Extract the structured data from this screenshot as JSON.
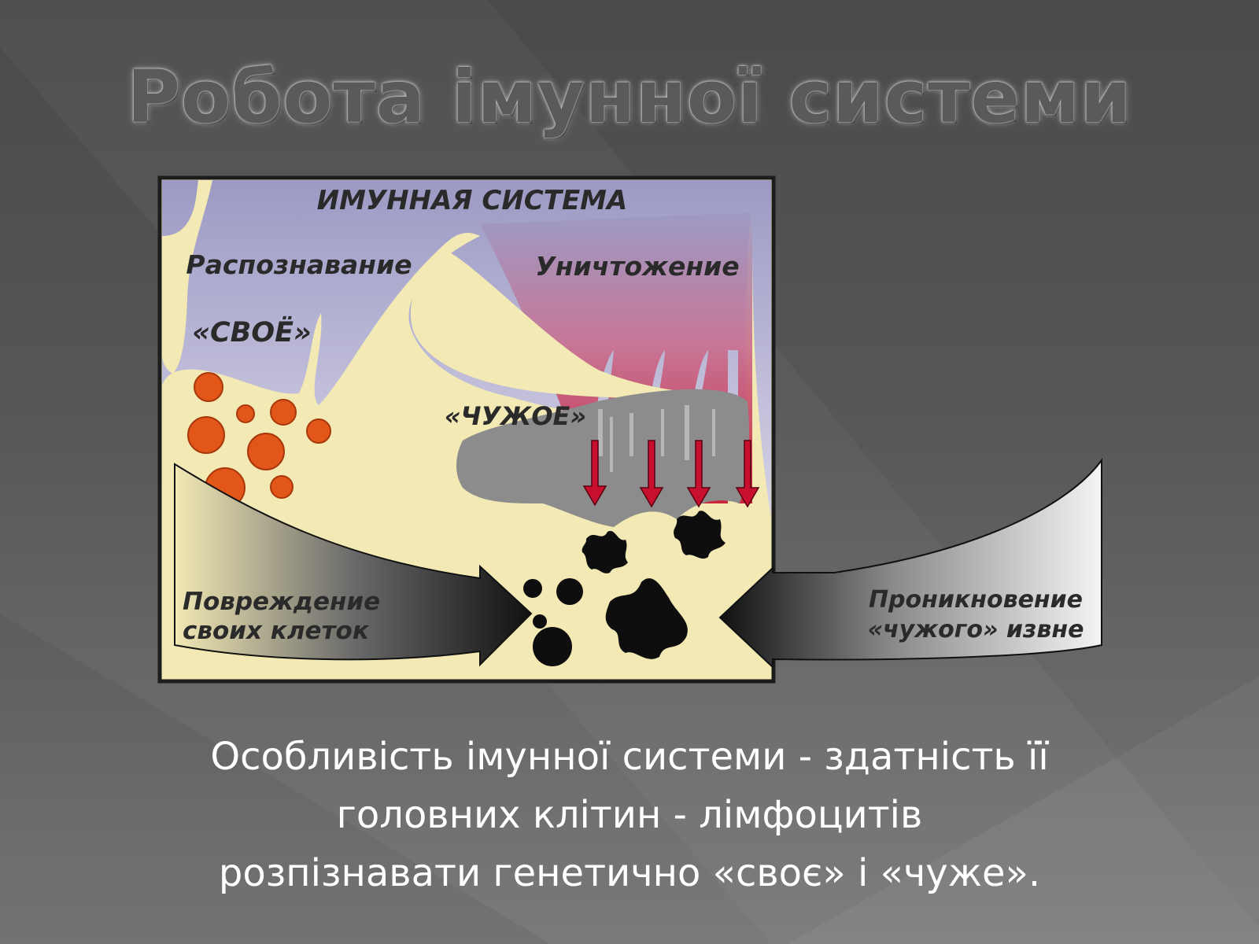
{
  "slide": {
    "title": "Робота імунної системи",
    "caption_lines": [
      "Особливість імунної системи - здатність її",
      "головних клітин - лімфоцитів",
      "розпізнавати генетично «своє» і «чуже»."
    ]
  },
  "diagram": {
    "labels": {
      "immune_system": "ИМУННАЯ СИСТЕМА",
      "recognition": "Распознавание",
      "self": "«СВОЁ»",
      "destruction": "Уничтожение",
      "foreign": "«ЧУЖОЕ»",
      "damage_line1": "Повреждение",
      "damage_line2": "своих клеток",
      "penetration_line1": "Проникновение",
      "penetration_line2": "«чужого» извне"
    }
  },
  "colors": {
    "panel": "#f2e9b4",
    "lavender": "#a8a6c8",
    "cells": "#e2561a",
    "destruction_red": "#c8102e",
    "foreign_gray": "#8c8c8c"
  }
}
